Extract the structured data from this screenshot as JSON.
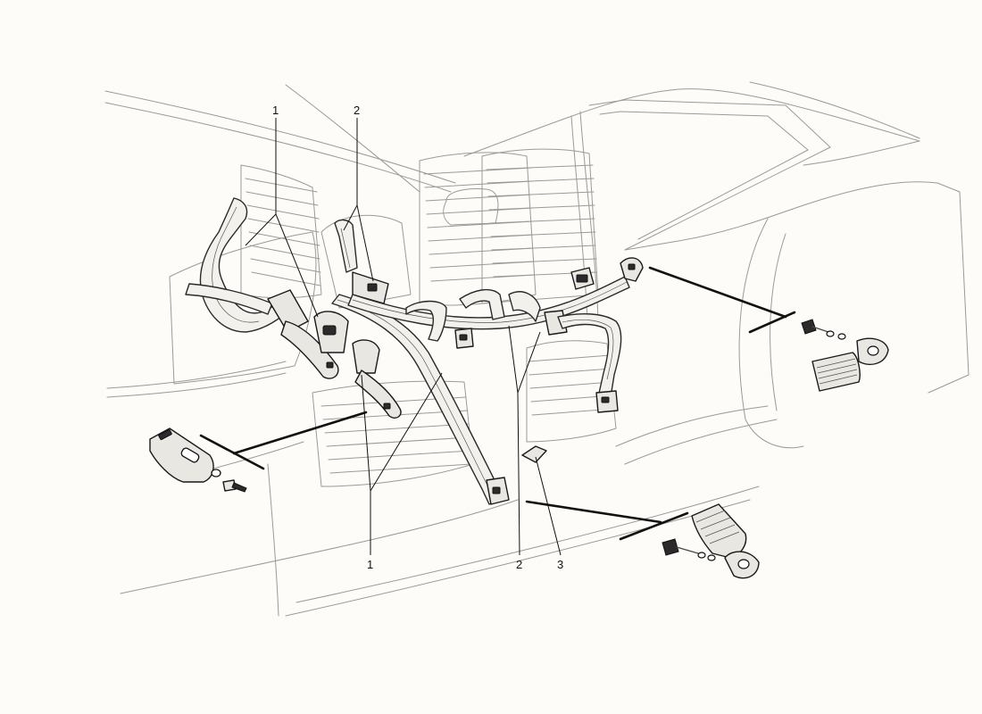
{
  "callouts": {
    "label_1_top": "1",
    "label_2_top": "2",
    "label_1_bottom": "1",
    "label_2_bottom": "2",
    "label_3_bottom": "3"
  }
}
